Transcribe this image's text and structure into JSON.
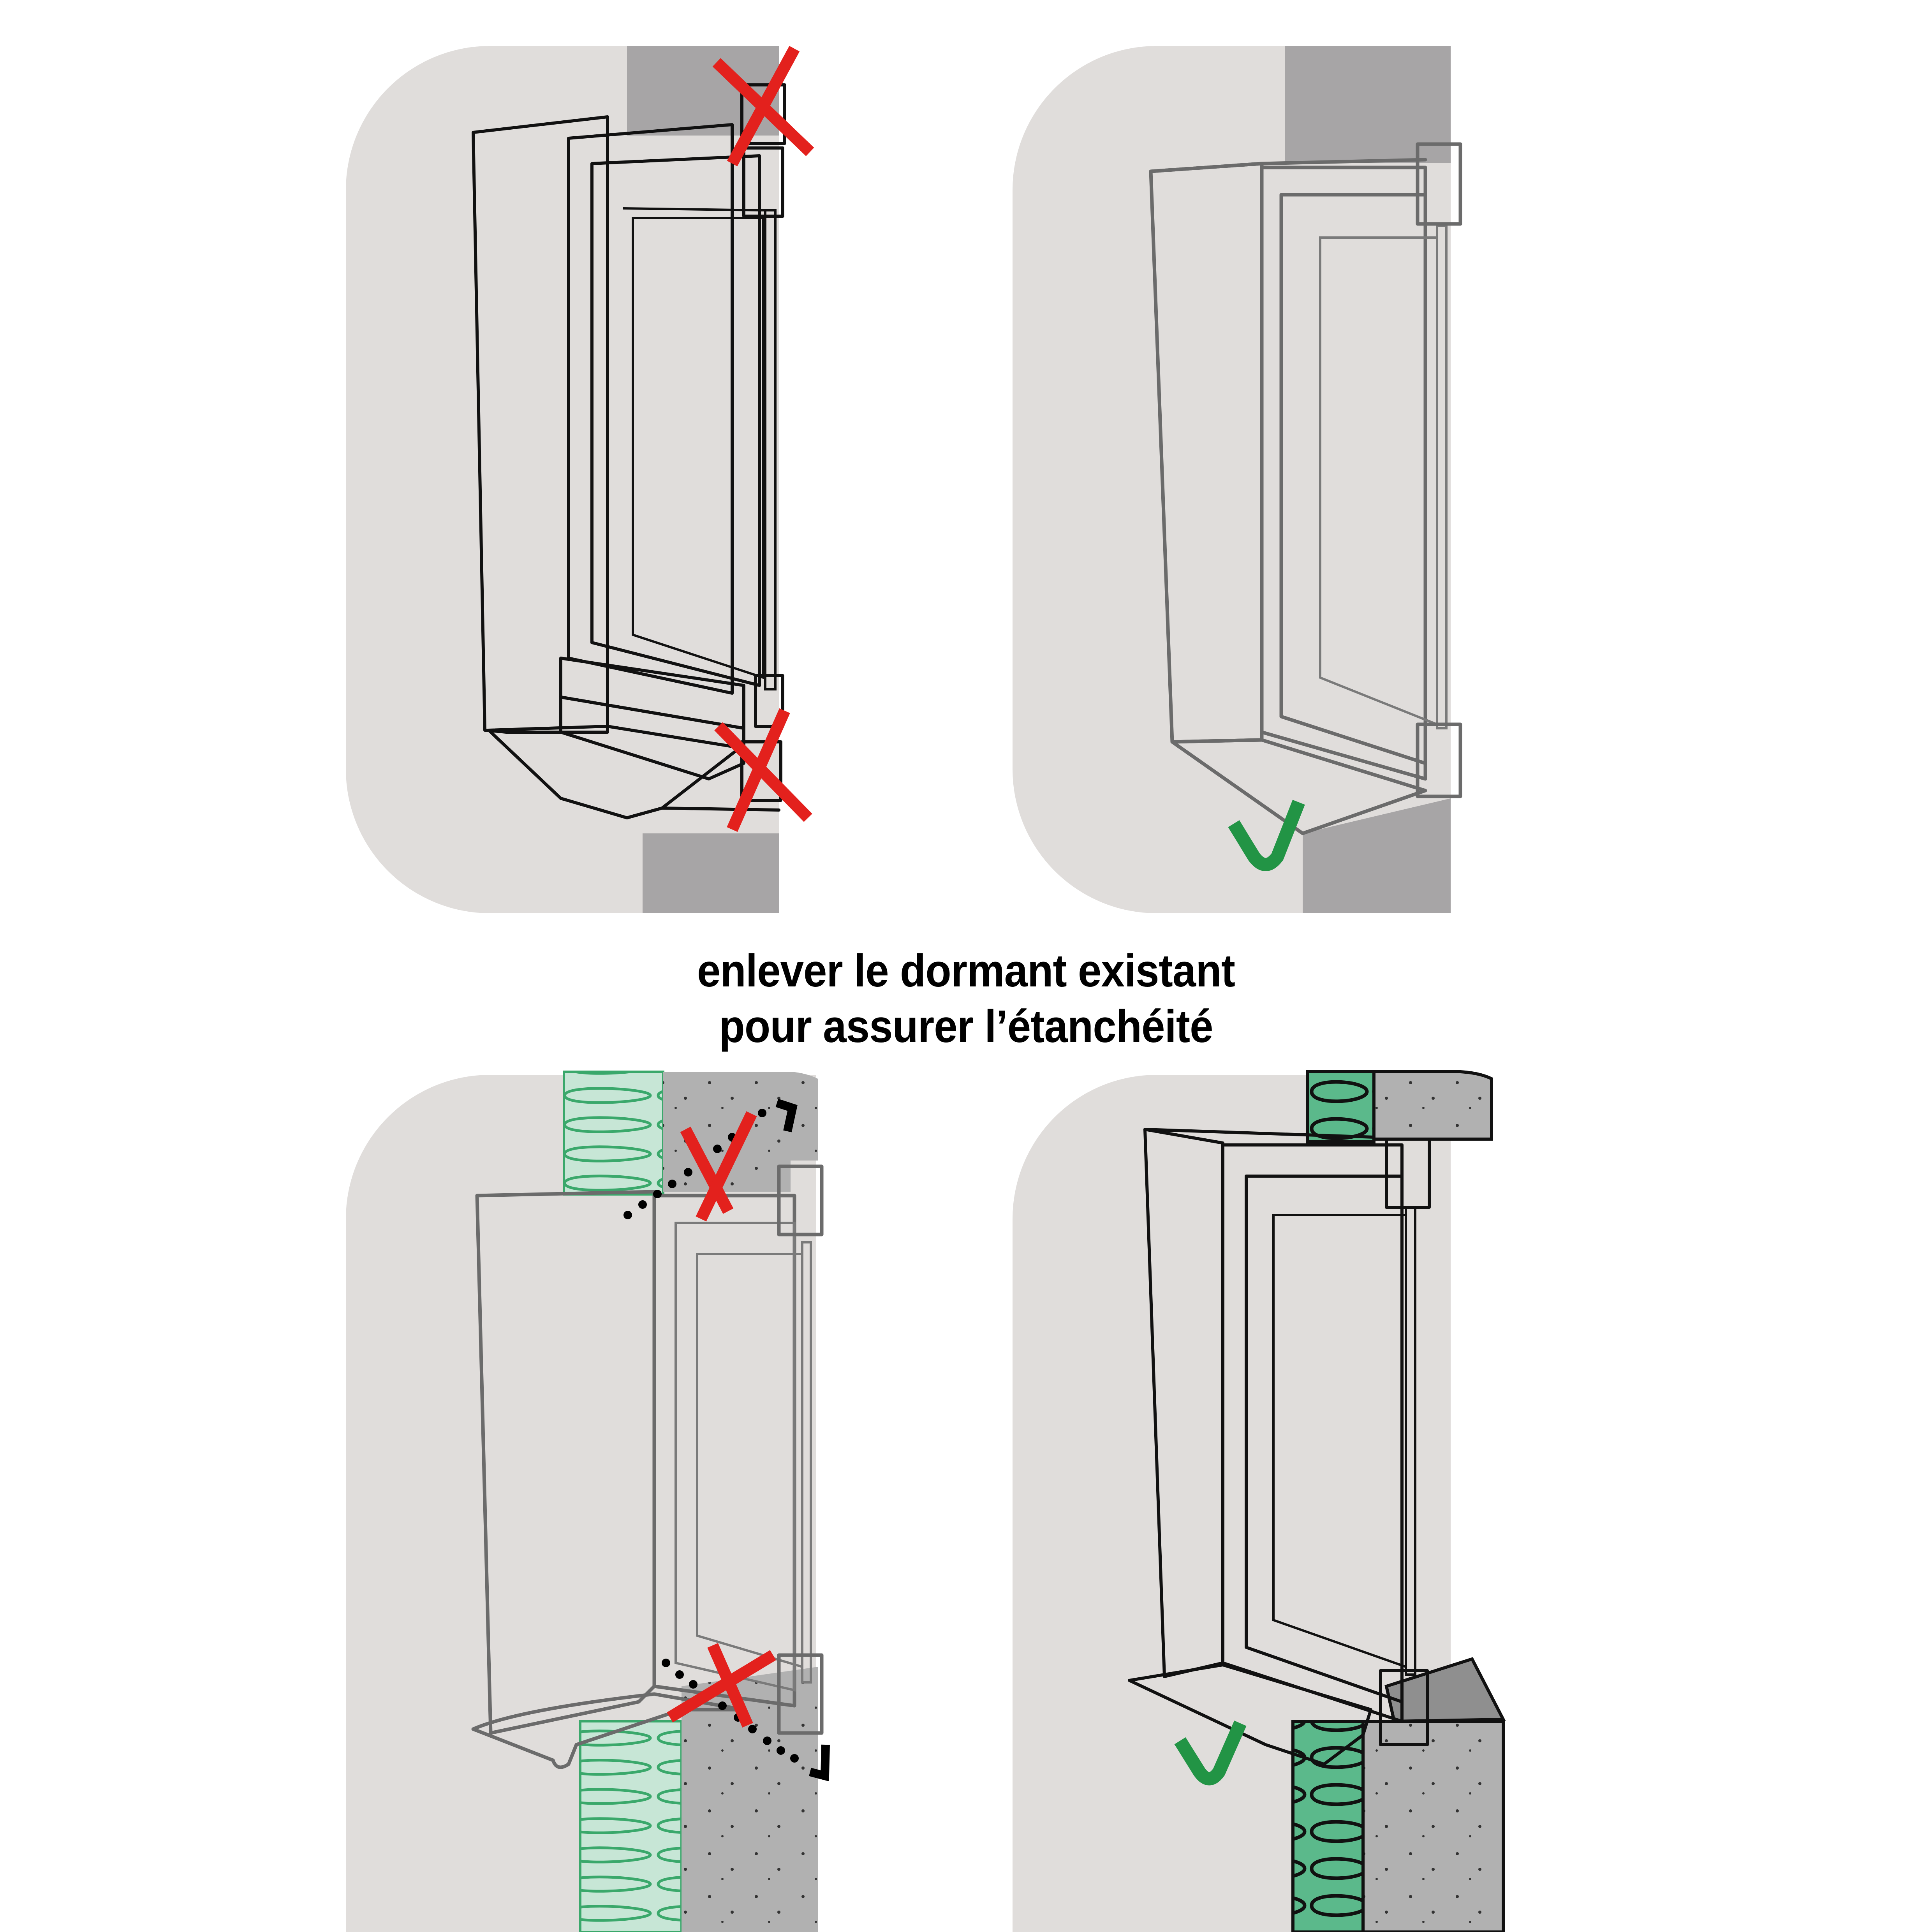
{
  "caption": {
    "line1": "enlever le dormant existant",
    "line2": "pour assurer l’étanchéité"
  },
  "panels": [
    {
      "id": "top-left",
      "verdict": "incorrect",
      "marker": "red-x-icon",
      "description": "Existing wooden frame (dormant) left in place in masonry wall, new window fitted against it"
    },
    {
      "id": "top-right",
      "verdict": "correct",
      "marker": "green-check-icon",
      "description": "Existing frame removed, new window fitted directly in masonry opening"
    },
    {
      "id": "bottom-left",
      "verdict": "incorrect",
      "marker": "red-x-icon",
      "description": "Insulated wall with existing frame kept; dotted air-leak path through joints"
    },
    {
      "id": "bottom-right",
      "verdict": "correct",
      "marker": "green-check-icon",
      "description": "Insulated wall, existing frame removed, new frame sealed against insulation and masonry"
    }
  ],
  "colors": {
    "page_bg": "#ffffff",
    "panel_bg": "#e0dddb",
    "wall_dark": "#a7a5a6",
    "reveal": "#d0cfce",
    "sill": "#e4e3e2",
    "glass": "#f2f2f2",
    "frame": "#ffffff",
    "concrete": "#b1b1b1",
    "wood": "#7a4e33",
    "red_x": "#e3211d",
    "green_check": "#229445",
    "insulation_light": "#c7e6d6",
    "insulation_light_line": "#3aa86b",
    "insulation_dark": "#5bb98b",
    "text": "#000000"
  }
}
